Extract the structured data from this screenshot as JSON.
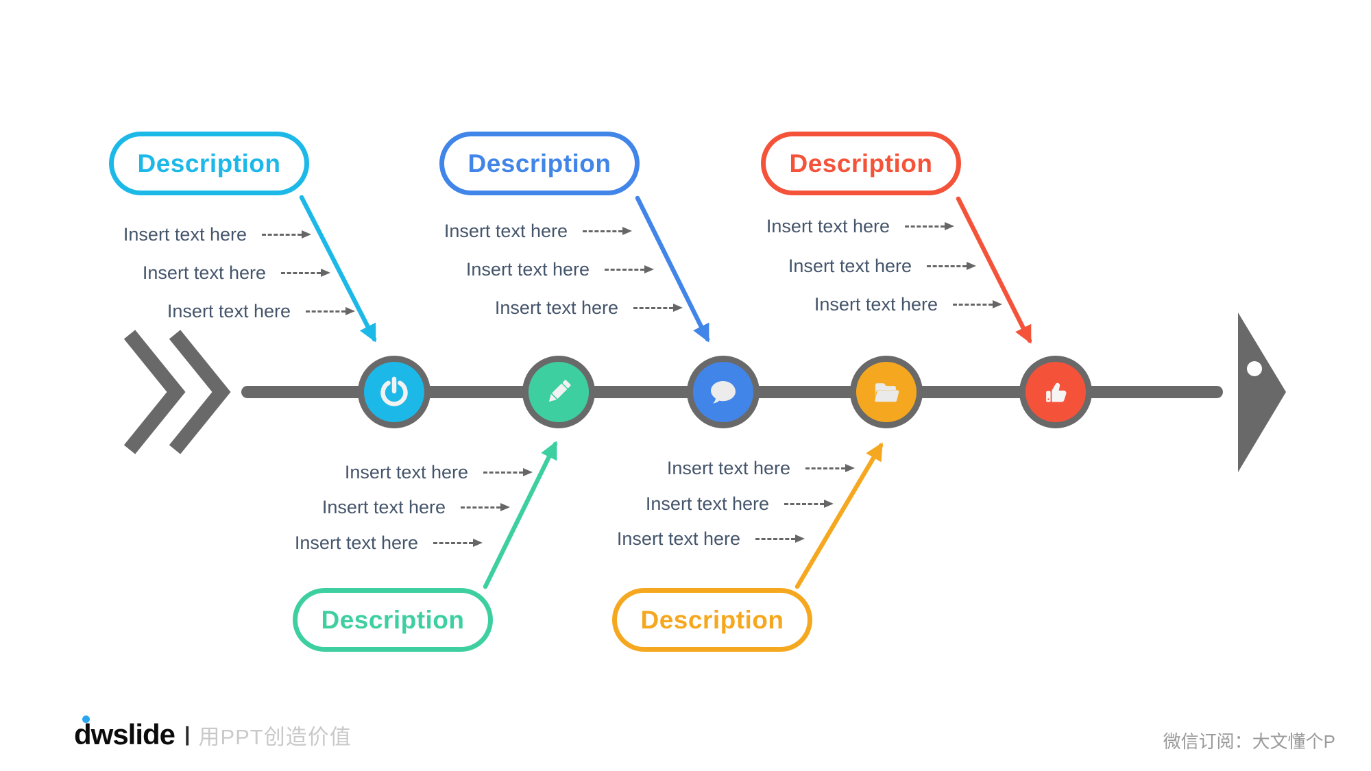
{
  "branches": [
    {
      "label": "Description",
      "color": "#1cb8e8",
      "side": "top",
      "node_icon": "power-icon",
      "items": [
        "Insert text here",
        "Insert text here",
        "Insert text here"
      ]
    },
    {
      "label": "Description",
      "color": "#4285e8",
      "side": "top",
      "node_icon": "chat-icon",
      "items": [
        "Insert text here",
        "Insert text here",
        "Insert text here"
      ]
    },
    {
      "label": "Description",
      "color": "#f4533a",
      "side": "top",
      "node_icon": "thumbs-up-icon",
      "items": [
        "Insert text here",
        "Insert text here",
        "Insert text here"
      ]
    },
    {
      "label": "Description",
      "color": "#3ecfa0",
      "side": "bottom",
      "node_icon": "pencil-icon",
      "items": [
        "Insert text here",
        "Insert text here",
        "Insert text here"
      ]
    },
    {
      "label": "Description",
      "color": "#f5a81f",
      "side": "bottom",
      "node_icon": "folder-icon",
      "items": [
        "Insert text here",
        "Insert text here",
        "Insert text here"
      ]
    }
  ],
  "nodes": [
    {
      "icon": "power-icon",
      "color": "#1cb8e8"
    },
    {
      "icon": "pencil-icon",
      "color": "#3ecfa0"
    },
    {
      "icon": "chat-icon",
      "color": "#4285e8"
    },
    {
      "icon": "folder-icon",
      "color": "#f5a81f"
    },
    {
      "icon": "thumbs-up-icon",
      "color": "#f4533a"
    }
  ],
  "spine": {
    "color": "#696969",
    "direction": "left-to-right"
  },
  "text_color": "#44546a",
  "dash_arrow_color": "#666666",
  "footer": {
    "logo": "dwslide",
    "separator": "|",
    "tagline": "用PPT创造价值",
    "wechat": "微信订阅：大文懂个P"
  }
}
